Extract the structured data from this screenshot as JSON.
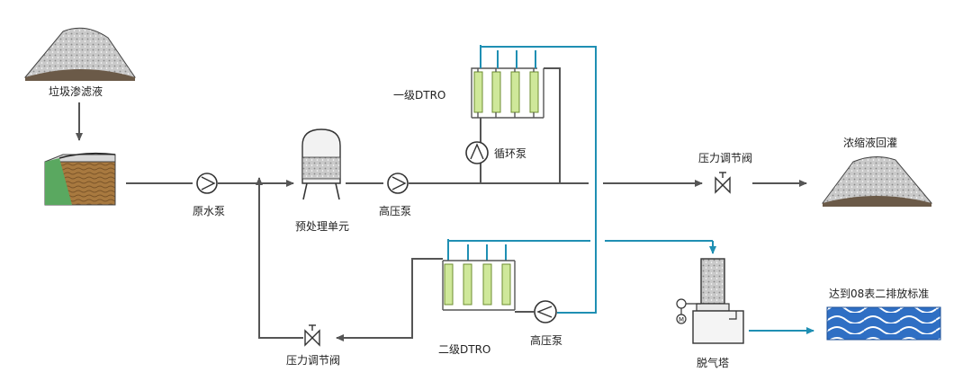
{
  "labels": {
    "leachate": "垃圾渗滤液",
    "raw_pump": "原水泵",
    "pretreatment": "预处理单元",
    "hp_pump_1": "高压泵",
    "dtro_1": "一级DTRO",
    "circ_pump": "循环泵",
    "pressure_valve_1": "压力调节阀",
    "concentrate": "浓缩液回灌",
    "dtro_2": "二级DTRO",
    "hp_pump_2": "高压泵",
    "pressure_valve_2": "压力调节阀",
    "degassing_tower": "脱气塔",
    "standard": "达到08表二排放标准"
  },
  "colors": {
    "pipe": "#555555",
    "permeate_line": "#1f8fb3",
    "membrane": "#cfe89a",
    "water": "#2f6fc4"
  }
}
